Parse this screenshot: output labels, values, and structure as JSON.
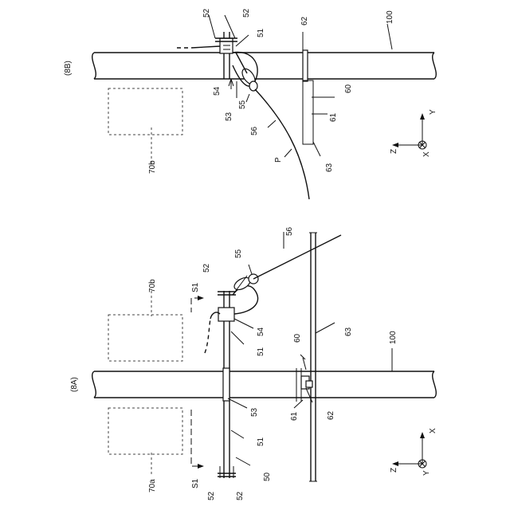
{
  "figure_b": {
    "title": "(8B)",
    "labels": {
      "a52": "52",
      "b52": "52",
      "a51": "51",
      "a62": "62",
      "a100": "100",
      "a54": "54",
      "a53": "53",
      "a55": "55",
      "a60": "60",
      "a61": "61",
      "a56": "56",
      "aP": "P",
      "a63": "63",
      "a70b": "70b"
    },
    "axes": {
      "z": "Z",
      "y": "Y",
      "x": "X"
    }
  },
  "figure_a": {
    "title": "(8A)",
    "labels": {
      "a56": "56",
      "a55": "55",
      "a70b": "70b",
      "aS1top": "S1",
      "a52top": "52",
      "a54": "54",
      "a51top": "51",
      "a60": "60",
      "a63": "63",
      "a100": "100",
      "a53": "53",
      "a61": "61",
      "a62": "62",
      "a51bot": "51",
      "a50": "50",
      "a70a": "70a",
      "aS1bot": "S1",
      "a52bl": "52",
      "a52br": "52"
    },
    "axes": {
      "z": "Z",
      "y": "Y",
      "x": "X"
    }
  }
}
